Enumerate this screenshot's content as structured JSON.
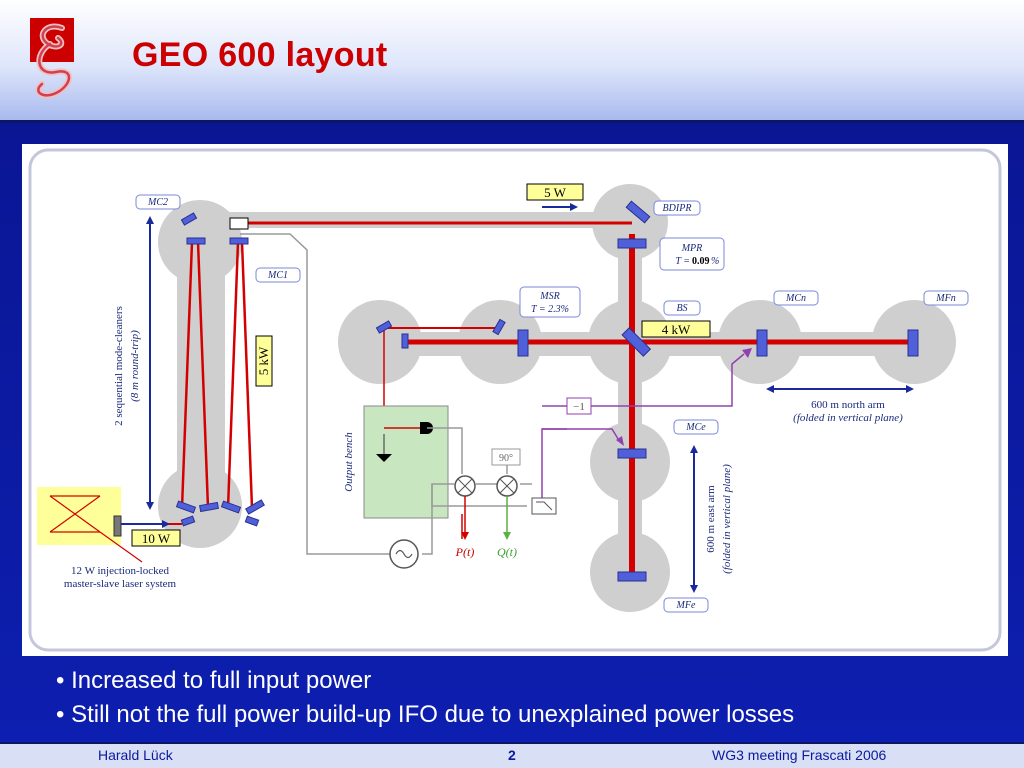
{
  "header": {
    "title": "GEO 600 layout"
  },
  "diagram": {
    "power_labels": {
      "five_w": "5 W",
      "five_kw": "5 kW",
      "four_kw": "4 kW",
      "ten_w": "10 W"
    },
    "component_labels": {
      "mc2": "MC2",
      "mc1": "MC1",
      "bdipr": "BDIPR",
      "mpr_line1": "MPR",
      "mpr_line2_prefix": "T =",
      "mpr_line2_value": "0.09",
      "mpr_line2_suffix": "%",
      "msr_line1": "MSR",
      "msr_line2": "T = 2.3%",
      "bs": "BS",
      "mcn": "MCn",
      "mfn": "MFn",
      "mce": "MCe",
      "mfe": "MFe"
    },
    "annotations": {
      "mode_cleaners_line1": "2 sequential mode-cleaners",
      "mode_cleaners_line2": "(8 m round-trip)",
      "north_arm_line1": "600 m north arm",
      "north_arm_line2": "(folded in vertical plane)",
      "east_arm_line1": "600 m east arm",
      "east_arm_line2": "(folded in vertical plane)",
      "output_bench": "Output bench",
      "laser_line1": "12 W injection-locked",
      "laser_line2": "master-slave laser system",
      "minus_one": "−1",
      "ninety_deg": "90°",
      "p_t": "P(t)",
      "q_t": "Q(t)"
    }
  },
  "bullets": [
    "• Increased to full input power",
    "• Still not the full power build-up IFO due to unexplained power losses"
  ],
  "footer": {
    "author": "Harald Lück",
    "page": "2",
    "event": "WG3 meeting Frascati 2006"
  },
  "colors": {
    "title": "#cc0000",
    "background": "#0a1a8c",
    "beam": "#d40000",
    "tank": "#cfcfcf",
    "mirror": "#5060d8",
    "power_box": "#ffff99"
  }
}
